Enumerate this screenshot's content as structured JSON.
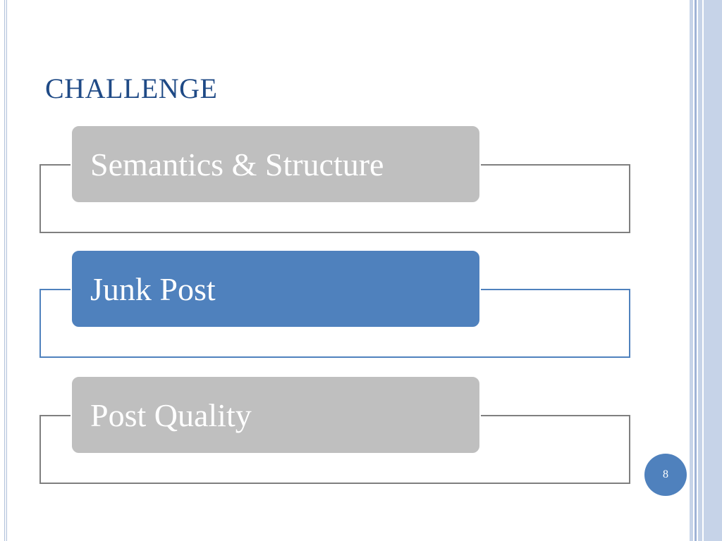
{
  "slide": {
    "title": "CHALLENGE",
    "page_number": "8"
  },
  "items": [
    {
      "label": "Semantics & Structure",
      "state": "inactive"
    },
    {
      "label": "Junk Post",
      "state": "active"
    },
    {
      "label": "Post Quality",
      "state": "inactive"
    }
  ],
  "colors": {
    "title": "#1f4a86",
    "active_fill": "#4f81bd",
    "inactive_fill": "#bfbfbf",
    "inactive_bracket": "#7f7f7f",
    "active_bracket": "#4f81bd",
    "stripe_light": "#c6d3e8",
    "stripe_dark": "#9fb3d6"
  }
}
